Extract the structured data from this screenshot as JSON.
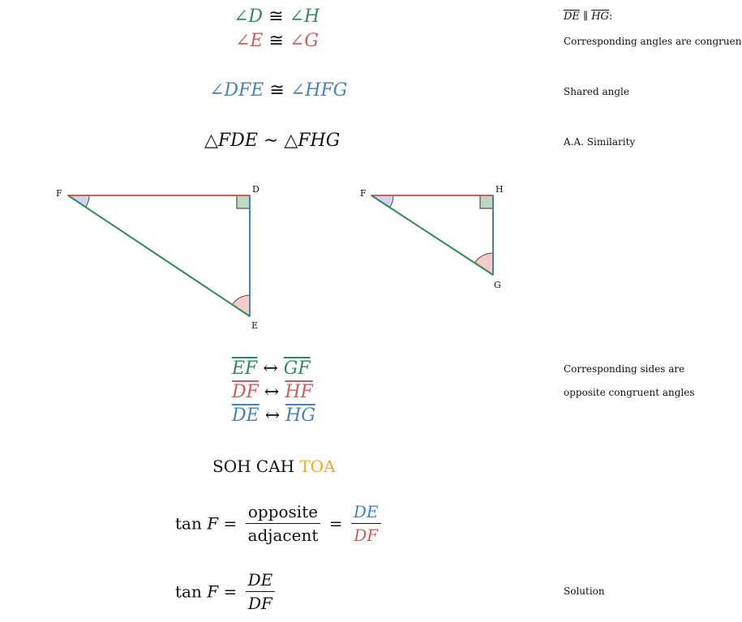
{
  "angles": {
    "line1": {
      "left": "∠D",
      "op": "≅",
      "right": "∠H"
    },
    "line2": {
      "left": "∠E",
      "op": "≅",
      "right": "∠G"
    },
    "line3": {
      "left": "∠DFE",
      "op": "≅",
      "right": "∠HFG"
    },
    "similarity": {
      "left": "△FDE",
      "op": "∼",
      "right": "△FHG"
    }
  },
  "notes": {
    "parallel_de": "DE",
    "parallel_op": "∥",
    "parallel_hg": "HG",
    "parallel_colon": ":",
    "corresponding_angles": "Corresponding angles are congruent",
    "shared_angle": "Shared angle",
    "aa_similarity": "A.A. Similarity",
    "sides_1": "Corresponding sides are",
    "sides_2": "opposite congruent angles",
    "solution": "Solution"
  },
  "triangle1": {
    "F": "F",
    "D": "D",
    "E": "E"
  },
  "triangle2": {
    "F": "F",
    "H": "H",
    "G": "G"
  },
  "sides": [
    {
      "a": "EF",
      "op": "↔",
      "b": "GF"
    },
    {
      "a": "DF",
      "op": "↔",
      "b": "HF"
    },
    {
      "a": "DE",
      "op": "↔",
      "b": "HG"
    }
  ],
  "mnemonic": {
    "soh": "SOH",
    "cah": "CAH",
    "toa": "TOA"
  },
  "tan_def": {
    "lhs_func": "tan",
    "lhs_var": "F",
    "eq": "=",
    "num_word": "opposite",
    "den_word": "adjacent",
    "num_sym": "DE",
    "den_sym": "DF"
  },
  "solution": {
    "lhs_func": "tan",
    "lhs_var": "F",
    "eq": "=",
    "num": "DE",
    "den": "DF"
  },
  "colors": {
    "green": "#2e8b57",
    "red": "#cd5c5c",
    "blue": "#4682b4",
    "orange": "#f0a818"
  }
}
